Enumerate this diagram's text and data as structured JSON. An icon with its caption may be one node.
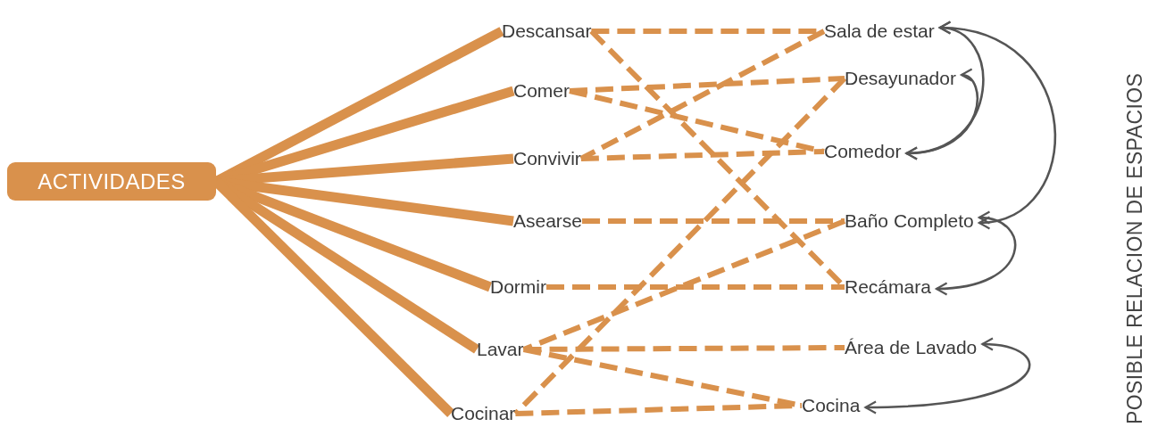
{
  "diagram": {
    "nodes": [
      {
        "text": [
          "ACTIVIDADES"
        ]
      },
      {
        "text": [
          "Descansar"
        ]
      },
      {
        "text": [
          "Comer"
        ]
      },
      {
        "text": [
          "Convivir"
        ]
      },
      {
        "text": [
          "Asearse"
        ]
      },
      {
        "text": [
          "Dormir"
        ]
      },
      {
        "text": [
          "Lavar"
        ]
      },
      {
        "text": [
          "Cocinar"
        ]
      },
      {
        "text": [
          "Sala de estar"
        ]
      },
      {
        "text": [
          "Desayunador"
        ]
      },
      {
        "text": [
          "Comedor"
        ]
      },
      {
        "text": [
          "Baño Completo"
        ]
      },
      {
        "text": [
          "Recámara"
        ]
      },
      {
        "text": [
          "Área de Lavado"
        ]
      },
      {
        "text": [
          "Cocina"
        ]
      }
    ],
    "edges": [
      {
        "from": 0,
        "to": 1,
        "arrow": "none",
        "style": "thick"
      },
      {
        "from": 0,
        "to": 2,
        "arrow": "none",
        "style": "thick"
      },
      {
        "from": 0,
        "to": 3,
        "arrow": "none",
        "style": "thick"
      },
      {
        "from": 0,
        "to": 4,
        "arrow": "none",
        "style": "thick"
      },
      {
        "from": 0,
        "to": 5,
        "arrow": "none",
        "style": "thick"
      },
      {
        "from": 0,
        "to": 6,
        "arrow": "none",
        "style": "thick"
      },
      {
        "from": 0,
        "to": 7,
        "arrow": "none",
        "style": "thick"
      },
      {
        "from": 1,
        "to": 8,
        "arrow": "none",
        "style": "dashed"
      },
      {
        "from": 1,
        "to": 12,
        "arrow": "none",
        "style": "dashed"
      },
      {
        "from": 8,
        "to": 3,
        "arrow": "none",
        "style": "dashed"
      },
      {
        "from": 2,
        "to": 9,
        "arrow": "none",
        "style": "dashed"
      },
      {
        "from": 2,
        "to": 10,
        "arrow": "none",
        "style": "dashed"
      },
      {
        "from": 3,
        "to": 10,
        "arrow": "none",
        "style": "dashed"
      },
      {
        "from": 9,
        "to": 7,
        "arrow": "none",
        "style": "dashed"
      },
      {
        "from": 4,
        "to": 11,
        "arrow": "none",
        "style": "dashed"
      },
      {
        "from": 11,
        "to": 6,
        "arrow": "none",
        "style": "dashed"
      },
      {
        "from": 5,
        "to": 12,
        "arrow": "none",
        "style": "dashed"
      },
      {
        "from": 6,
        "to": 13,
        "arrow": "none",
        "style": "dashed"
      },
      {
        "from": 6,
        "to": 14,
        "arrow": "none",
        "style": "dashed"
      },
      {
        "from": 7,
        "to": 14,
        "arrow": "none",
        "style": "dashed"
      },
      {
        "from": 8,
        "to": 11,
        "arrow": "both",
        "color": "#555555"
      },
      {
        "from": 8,
        "to": 10,
        "arrow": "both",
        "color": "#555555"
      },
      {
        "from": 9,
        "to": 10,
        "arrow": "both",
        "color": "#555555"
      },
      {
        "from": 11,
        "to": 12,
        "arrow": "both",
        "color": "#555555"
      },
      {
        "from": 13,
        "to": 14,
        "arrow": "both",
        "color": "#555555"
      }
    ],
    "labels": [
      "POSIBLE RELACION DE ESPACIOS"
    ]
  }
}
